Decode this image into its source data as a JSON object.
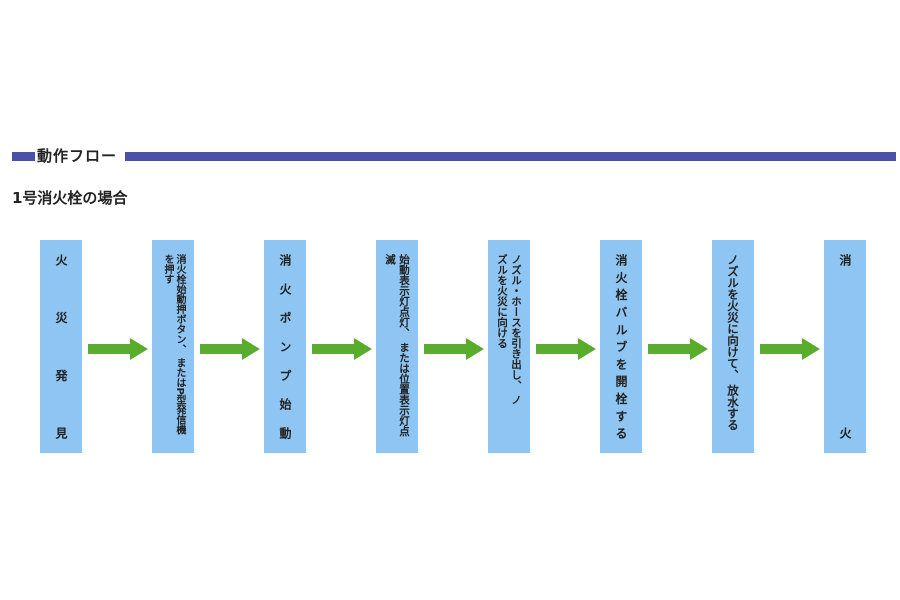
{
  "header": {
    "section_title": "動作フロー",
    "subtitle": "1号消火栓の場合"
  },
  "colors": {
    "header_bar": "#4b51a6",
    "box": "#8ec5f2",
    "arrow": "#5aac2e"
  },
  "steps": [
    {
      "text": "火災発見"
    },
    {
      "text": "消火栓始動押ボタン、 またはP型発信機を押す"
    },
    {
      "text": "消火ポンプ始動"
    },
    {
      "text": "始動表示灯点灯、 または位置表示灯点滅"
    },
    {
      "text": "ノズル・ホースを引き出し、 ノズルを火災に向ける"
    },
    {
      "text": "消火栓バルブを開栓する"
    },
    {
      "text": "ノズルを火災に向けて、 放水する"
    },
    {
      "text": "消火"
    }
  ]
}
